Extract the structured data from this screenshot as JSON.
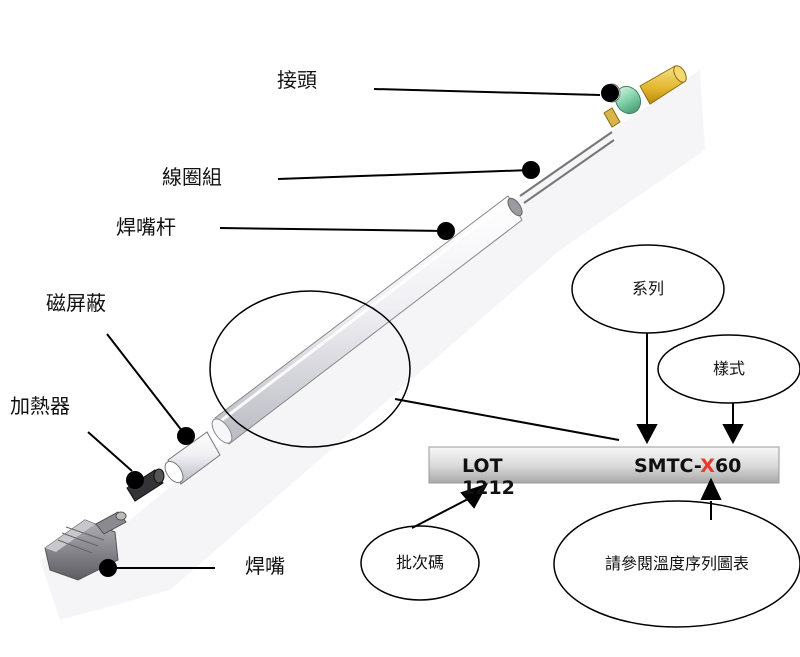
{
  "colors": {
    "line": "#000000",
    "tube_light": "#f4f4f7",
    "tube_shadow": "#b9b9c2",
    "connector_gold": "#e8c13a",
    "connector_green": "#7fd0a8",
    "tip_gray": "#7a7a80",
    "heater_dark": "#333338",
    "bar_light": "#ececec",
    "bar_dark": "#b0b0b0",
    "model_suffix_red": "#e8392a"
  },
  "callouts": {
    "connector": "接頭",
    "coil": "線圈組",
    "rod": "焊嘴杆",
    "shield": "磁屏蔽",
    "heater": "加熱器",
    "tip": "焊嘴"
  },
  "label_bar": {
    "lot_text": "LOT 1212",
    "model_prefix": "SMTC-",
    "model_series_char": "X",
    "model_style": "60"
  },
  "ovals": {
    "series": "系列",
    "style": "樣式",
    "lot_code": "批次碼",
    "temp_chart": "請參閱溫度序列圖表"
  }
}
